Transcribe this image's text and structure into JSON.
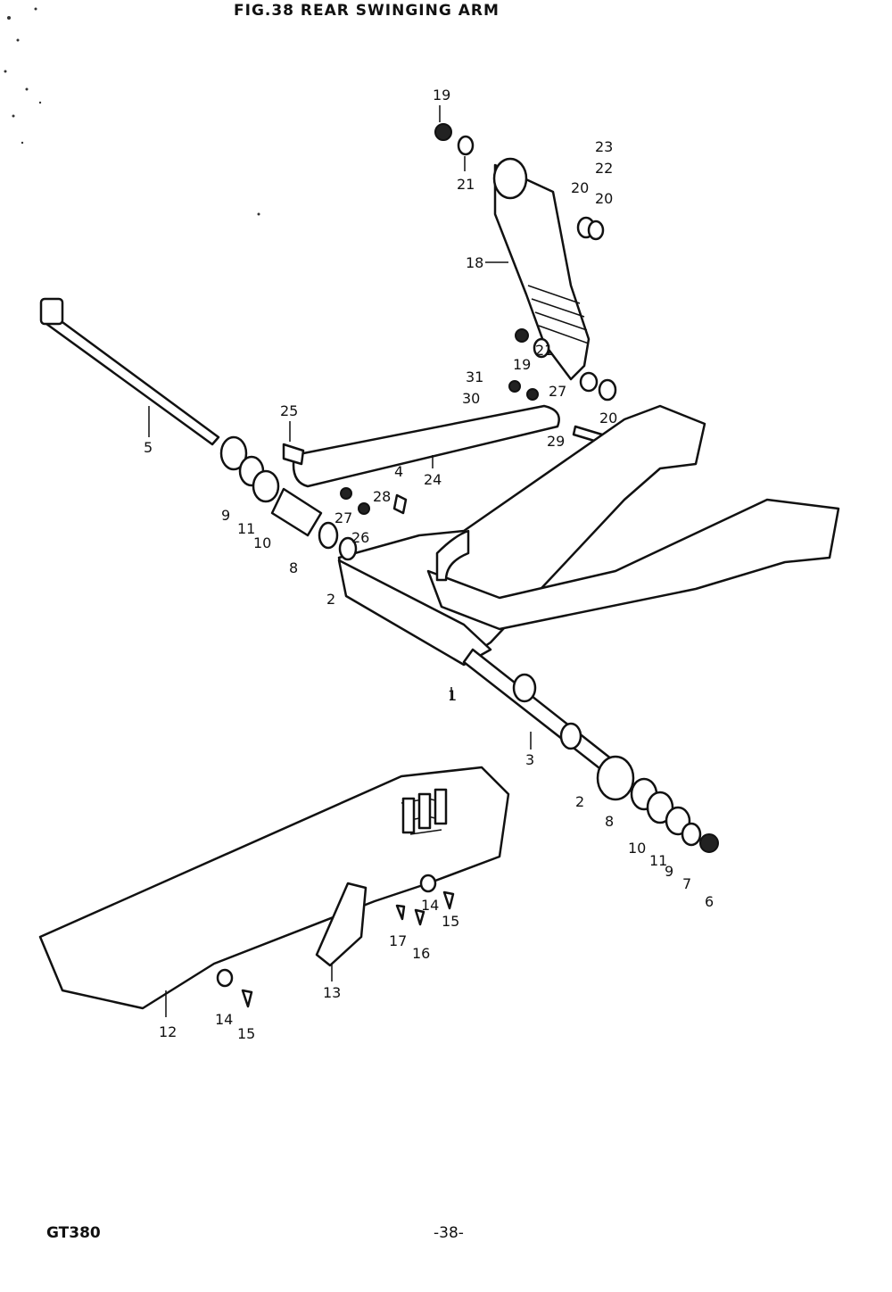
{
  "title": "FIG.38  REAR SWINGING ARM",
  "footer": {
    "model": "GT380",
    "page": "-38-"
  },
  "callouts": [
    "19",
    "21",
    "23",
    "22",
    "20",
    "20",
    "18",
    "19",
    "21",
    "31",
    "30",
    "27",
    "20",
    "29",
    "25",
    "5",
    "24",
    "4",
    "28",
    "27",
    "26",
    "9",
    "11",
    "10",
    "8",
    "2",
    "1",
    "3",
    "2",
    "8",
    "10",
    "11",
    "9",
    "7",
    "6",
    "12",
    "13",
    "14",
    "15",
    "17",
    "16",
    "14",
    "15"
  ]
}
